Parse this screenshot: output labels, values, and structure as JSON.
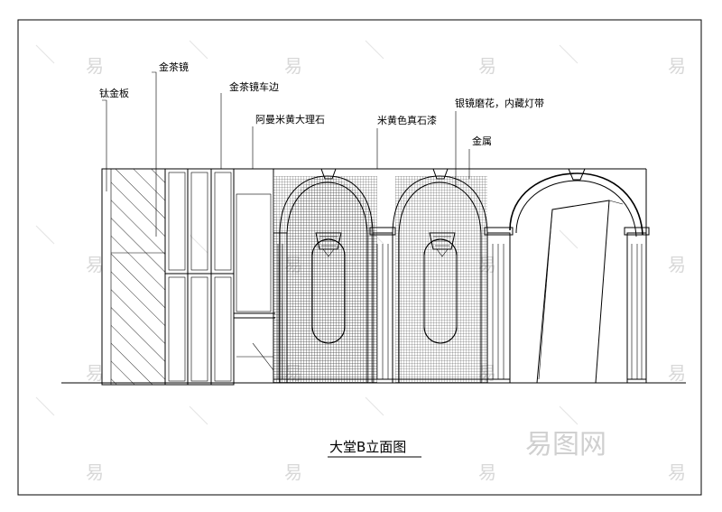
{
  "drawing_title": "大堂B立面图",
  "labels": {
    "titanium_panel": "钛金板",
    "gold_tea_mirror": "金茶镜",
    "gold_tea_mirror_edge": "金茶镜车边",
    "marble": "阿曼米黄大理石",
    "stone_paint": "米黄色真石漆",
    "silver_mirror": "银镜磨花，内藏灯带",
    "metal": "金属"
  },
  "watermark": {
    "glyph": "易",
    "brand": "易图网"
  }
}
